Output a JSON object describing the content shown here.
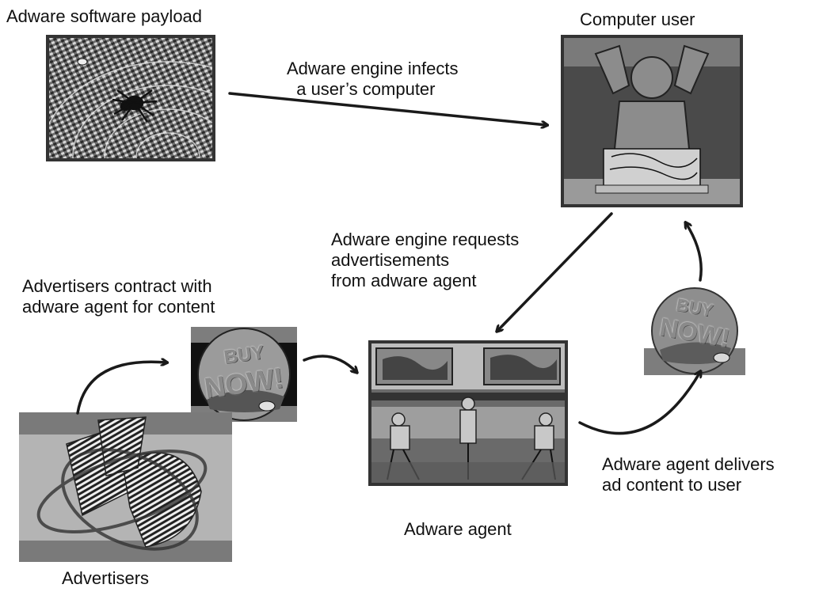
{
  "labels": {
    "payload": "Adware software payload",
    "computer_user": "Computer user",
    "infects": "Adware engine infects\n  a user’s computer",
    "requests": "Adware engine requests\nadvertisements\nfrom adware agent",
    "contract": "Advertisers contract with\nadware agent for content",
    "delivers": "Adware agent delivers\nad content to user",
    "agent": "Adware agent",
    "advertisers": "Advertisers"
  },
  "ad_badge": {
    "line1": "BUY",
    "line2": "NOW!"
  },
  "pictures": {
    "payload": "spider-on-web-photo",
    "computer_user": "frustrated-user-at-computer-photo",
    "ad_badge_left": "buy-now-badge-image",
    "ad_badge_right": "buy-now-badge-image",
    "agent": "meeting-room-photo",
    "advertisers": "abstract-media-swirl-image"
  }
}
